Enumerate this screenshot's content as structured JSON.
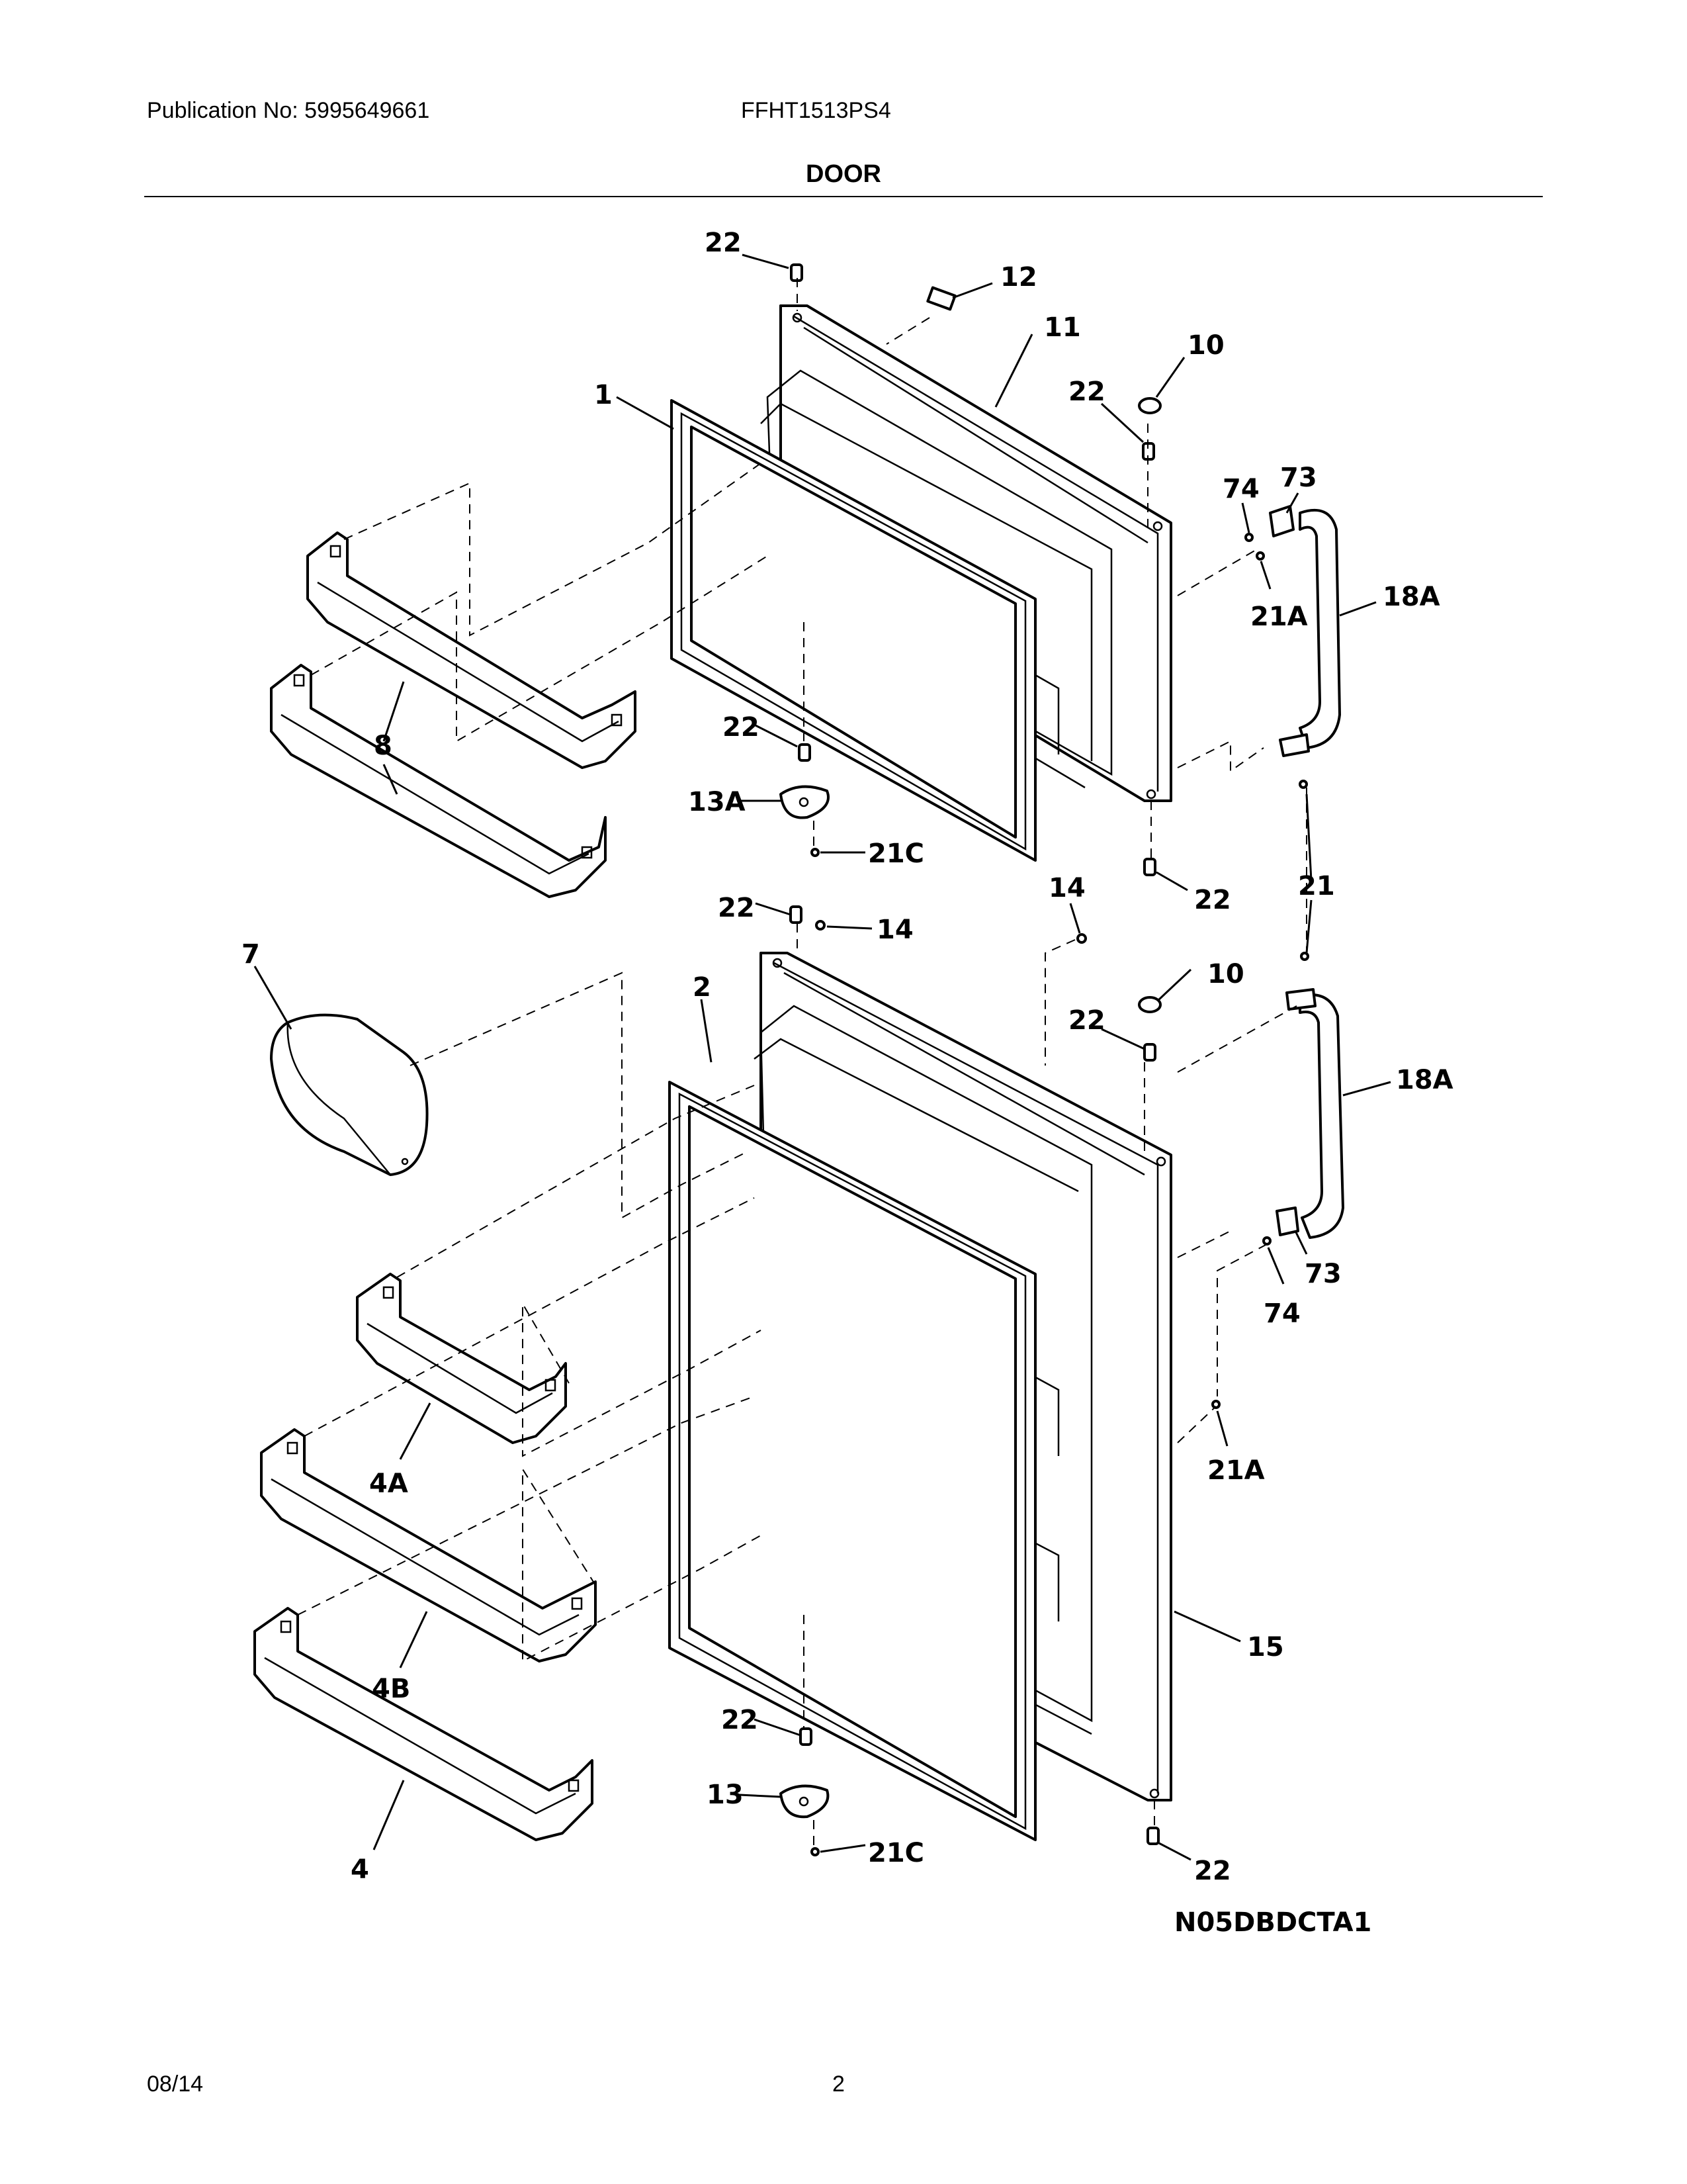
{
  "header": {
    "publication": "Publication No: 5995649661",
    "model": "FFHT1513PS4",
    "section_title": "DOOR"
  },
  "diagram": {
    "code": "N05DBDCTA1",
    "callouts": {
      "c22_top": "22",
      "c12": "12",
      "c11": "11",
      "c10_top": "10",
      "c22_right_top": "22",
      "c1": "1",
      "c74_top": "74",
      "c73_top": "73",
      "c18A_top": "18A",
      "c21A_top": "21A",
      "c8": "8",
      "c22_hinge_top": "22",
      "c13A": "13A",
      "c21C_top": "21C",
      "c21": "21",
      "c22_bottom_right_top": "22",
      "c14_right": "14",
      "c22_mid": "22",
      "c14_mid": "14",
      "c7": "7",
      "c2": "2",
      "c10_bottom": "10",
      "c22_right_bottom": "22",
      "c18A_bottom": "18A",
      "c73_bottom": "73",
      "c74_bottom": "74",
      "c21A_bottom": "21A",
      "c4A": "4A",
      "c4B": "4B",
      "c15": "15",
      "c22_hinge_bottom": "22",
      "c13": "13",
      "c21C_bottom": "21C",
      "c4": "4",
      "c22_bottom": "22"
    }
  },
  "footer": {
    "date": "08/14",
    "page": "2"
  }
}
